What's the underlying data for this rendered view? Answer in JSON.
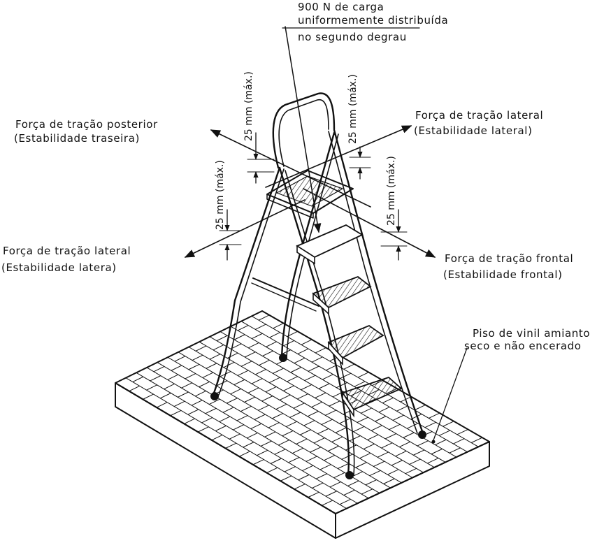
{
  "load_note": {
    "line1": "900 N de carga",
    "line2": "uniformemente distribuída",
    "line3": "no segundo degrau"
  },
  "rear_force": {
    "line1": "Força de tração posterior",
    "line2": "(Estabilidade traseira)"
  },
  "lateral_force_right": {
    "line1": "Força de tração lateral",
    "line2": "(Estabilidade lateral)"
  },
  "lateral_force_left": {
    "line1": "Força de tração lateral",
    "line2": "(Estabilidade latera)"
  },
  "front_force": {
    "line1": "Força de tração frontal",
    "line2": "(Estabilidade frontal)"
  },
  "floor_note": {
    "line1": "Piso de vinil amianto",
    "line2": "seco e não encerado"
  },
  "dimensions": {
    "rear": "25 mm (máx.)",
    "lateral_right": "25 mm (máx.)",
    "lateral_left": "25 mm (máx.)",
    "front": "25 mm (máx.)"
  }
}
